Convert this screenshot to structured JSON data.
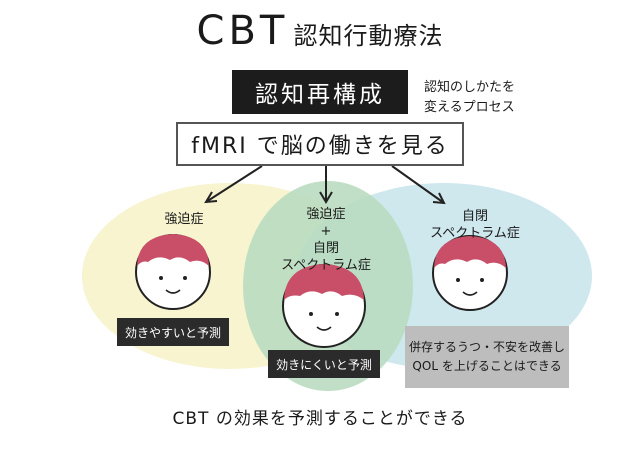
{
  "title": {
    "cbt": "CBT",
    "rest": "認知行動療法"
  },
  "main_box": "認知再構成",
  "side_note": {
    "line1": "認知のしかたを",
    "line2": "変えるプロセス"
  },
  "fmri_box": "fMRI で脳の働きを見る",
  "groups": {
    "ocd": {
      "label": "強迫症"
    },
    "both": {
      "line1": "強迫症",
      "plus": "+",
      "line2": "自閉",
      "line3": "スペクトラム症"
    },
    "asd": {
      "line1": "自閉",
      "line2": "スペクトラム症"
    }
  },
  "tags": {
    "easy": "効きやすいと予測",
    "hard": "効きにくいと予測"
  },
  "gray_box": {
    "line1": "併存するうつ・不安を改善し",
    "line2": "QOL を上げることはできる"
  },
  "footer": "CBT の効果を予測することができる",
  "colors": {
    "yellow_ellipse": "#f7f4cf",
    "blue_ellipse": "#cfe8ee",
    "green_ellipse": "#b9dcc0",
    "brain": "#c94f68",
    "dark_box": "#1c1c1c",
    "gray_box": "#bdbdbd"
  }
}
